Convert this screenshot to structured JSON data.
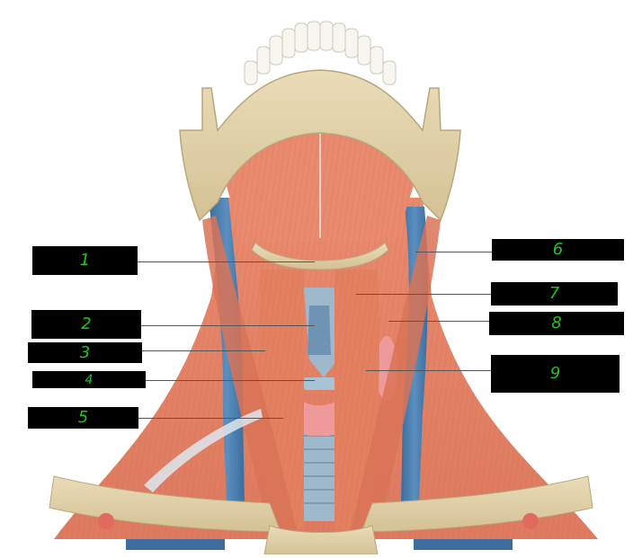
{
  "labels": [
    {
      "id": "1",
      "text": "1"
    },
    {
      "id": "2",
      "text": "2"
    },
    {
      "id": "3",
      "text": "3"
    },
    {
      "id": "4",
      "text": "4"
    },
    {
      "id": "5",
      "text": "5"
    },
    {
      "id": "6",
      "text": "6"
    },
    {
      "id": "7",
      "text": "7"
    },
    {
      "id": "8",
      "text": "8"
    },
    {
      "id": "9",
      "text": "9"
    }
  ],
  "colors": {
    "muscle": "#e8876a",
    "muscle_dark": "#c9664a",
    "bone": "#e3d3ae",
    "bone_shadow": "#c6b48a",
    "vein": "#4a7fb0",
    "thyroid": "#ef9a9a",
    "trachea": "#9fb9cc",
    "label_box": "#000000",
    "label_text": "#1ec51e"
  }
}
